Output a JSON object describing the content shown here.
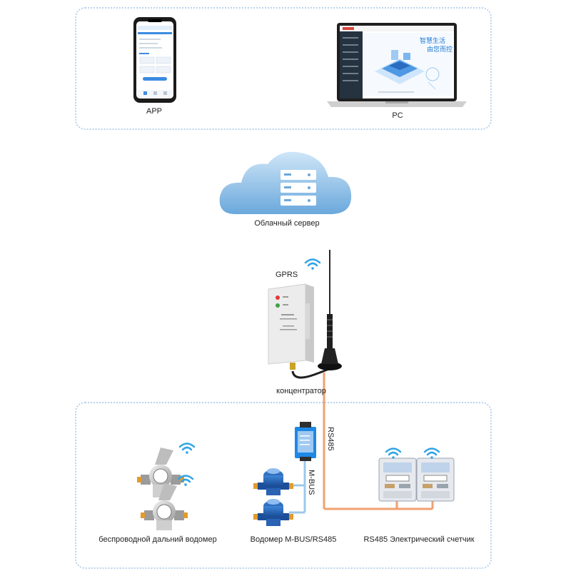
{
  "labels": {
    "app": "APP",
    "pc": "PC",
    "cloud_server": "Облачный сервер",
    "gprs": "GPRS",
    "concentrator": "концентратор",
    "rs485_line": "RS485",
    "mbus_line": "M-BUS",
    "wireless_meter": "беспроводной дальний водомер",
    "mbus_meter": "Водомер M-BUS/RS485",
    "electric_meter": "RS485 Электрический счетчик"
  },
  "pc_screen": {
    "headline1": "智慧生活",
    "headline2": "由您而控"
  },
  "colors": {
    "dotted_border": "#b9d3ec",
    "rs485_cable": "#f0a070",
    "mbus_cable": "#9cc8ea",
    "cloud": "#7fb6e3",
    "wifi": "#2fa3e6"
  }
}
